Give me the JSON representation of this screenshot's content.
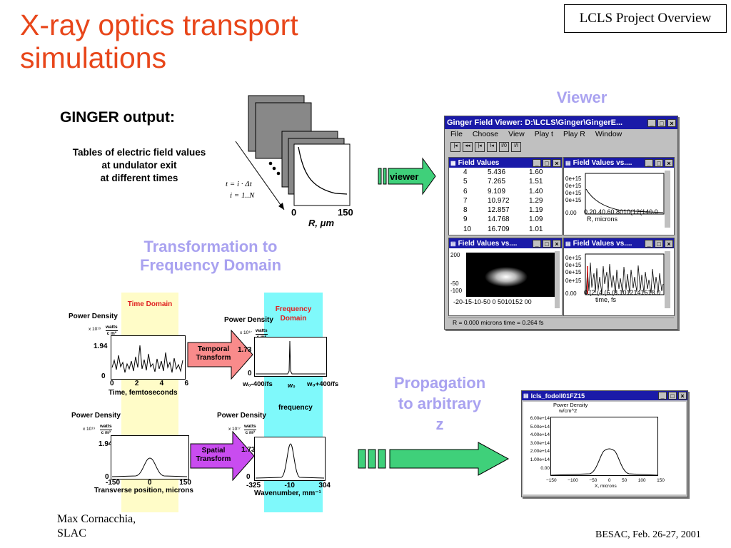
{
  "title_line1": "X-ray optics transport",
  "title_line2": "simulations",
  "badge": "LCLS Project Overview",
  "ginger": {
    "heading": "GINGER output:",
    "line1": "Tables of electric field values",
    "line2": "at undulator exit",
    "line3": "at different times",
    "formula1": "t = i · Δt",
    "formula2": "i = 1..N",
    "axis_min": "0",
    "axis_max": "150",
    "axis_label": "R, μm"
  },
  "viewer": {
    "section_label": "Viewer",
    "arrow_label": "viewer",
    "window_title": "Ginger Field Viewer:   D:\\LCLS\\Ginger\\GingerE...",
    "menu": [
      "File",
      "Choose",
      "View",
      "Play t",
      "Play R",
      "Window"
    ],
    "toolbar": [
      "|◂",
      "◂◂",
      "|◂",
      "I◂",
      "I/0",
      "I/I"
    ],
    "field_values_title": "Field Values",
    "field_rows": [
      [
        "4",
        "5.436",
        "1.60"
      ],
      [
        "5",
        "7.265",
        "1.51"
      ],
      [
        "6",
        "9.109",
        "1.40"
      ],
      [
        "7",
        "10.972",
        "1.29"
      ],
      [
        "8",
        "12.857",
        "1.19"
      ],
      [
        "9",
        "14.768",
        "1.09"
      ],
      [
        "10",
        "16.709",
        "1.01"
      ]
    ],
    "fv_vs_title": "Field Values vs....",
    "plot_tr_axis": "R, microns",
    "plot_tr_ticks": "0.20.40.60.8010(12(140.0",
    "plot_br_axis": "time, fs",
    "plot_br_ticks": "0.(2.(4.(6.(8.1012141618.0",
    "plot_bl_ticks": "-20-15-10-50 0 5010152 00",
    "status": "R = 0.000 microns  time =  0.264 fs"
  },
  "transform": {
    "section_label_1": "Transformation to",
    "section_label_2": "Frequency Domain",
    "time_domain": "Time Domain",
    "freq_domain": "Frequency Domain",
    "power_density": "Power Density",
    "unit_time": "x 10¹⁹",
    "unit_freq": "x 10¹⁷",
    "watts": "watts",
    "cm2": "c m²",
    "val_194": "1.94",
    "val_173": "1.73",
    "zero": "0",
    "time_ticks": [
      "0",
      "2",
      "4",
      "6"
    ],
    "time_axis": "Time, femtoseconds",
    "freq_tick_left": "w₀-400/fs",
    "freq_tick_mid": "w₀",
    "freq_tick_right": "w₀+400/fs",
    "freq_axis": "frequency",
    "temporal_transform": "Temporal Transform",
    "spatial_transform": "Spatial Transform",
    "space_ticks": [
      "-150",
      "0",
      "150"
    ],
    "space_axis": "Transverse position, microns",
    "wave_ticks": [
      "-325",
      "-10",
      "304"
    ],
    "wave_axis": "Wavenumber, mm⁻¹"
  },
  "propagation": {
    "label_1": "Propagation",
    "label_2": "to arbitrary",
    "label_3": "z",
    "window_title": "lcls_fodoll01FZ15",
    "plot_title": "Power Density",
    "plot_unit": "w/cm^2",
    "yticks": [
      "6.00e+14",
      "5.00e+14",
      "4.00e+14",
      "3.00e+14",
      "2.00e+14",
      "1.00e+14",
      "0.00"
    ],
    "xticks": [
      "−150",
      "−100",
      "−50",
      "0",
      "50",
      "100",
      "150"
    ],
    "xaxis": "X, microns"
  },
  "footer": {
    "author_1": "Max Cornacchia,",
    "author_2": "SLAC",
    "event": "BESAC, Feb. 26-27, 2001"
  },
  "colors": {
    "title": "#e8461a",
    "section": "#a9a2f0",
    "arrow_green": "#3fd07a",
    "time_bg": "#fffcc8",
    "freq_bg": "#7ff9fb",
    "temporal": "#f98b8b",
    "spatial": "#c94cf0"
  }
}
